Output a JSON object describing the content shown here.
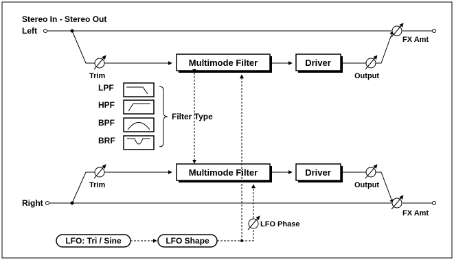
{
  "diagram": {
    "title": "Stereo In - Stereo Out",
    "inputs": {
      "left": "Left",
      "right": "Right"
    },
    "blocks": {
      "filter_upper": "Multimode Filter",
      "driver_upper": "Driver",
      "filter_lower": "Multimode Filter",
      "driver_lower": "Driver",
      "lfo_shape": "LFO Shape",
      "lfo_source": "LFO: Tri / Sine"
    },
    "controls": {
      "trim_upper": "Trim",
      "trim_lower": "Trim",
      "output_upper": "Output",
      "output_lower": "Output",
      "fx_amt_upper": "FX Amt",
      "fx_amt_lower": "FX Amt",
      "lfo_phase": "LFO Phase"
    },
    "filter_types": [
      "LPF",
      "HPF",
      "BPF",
      "BRF"
    ],
    "filter_type_label": "Filter Type"
  }
}
